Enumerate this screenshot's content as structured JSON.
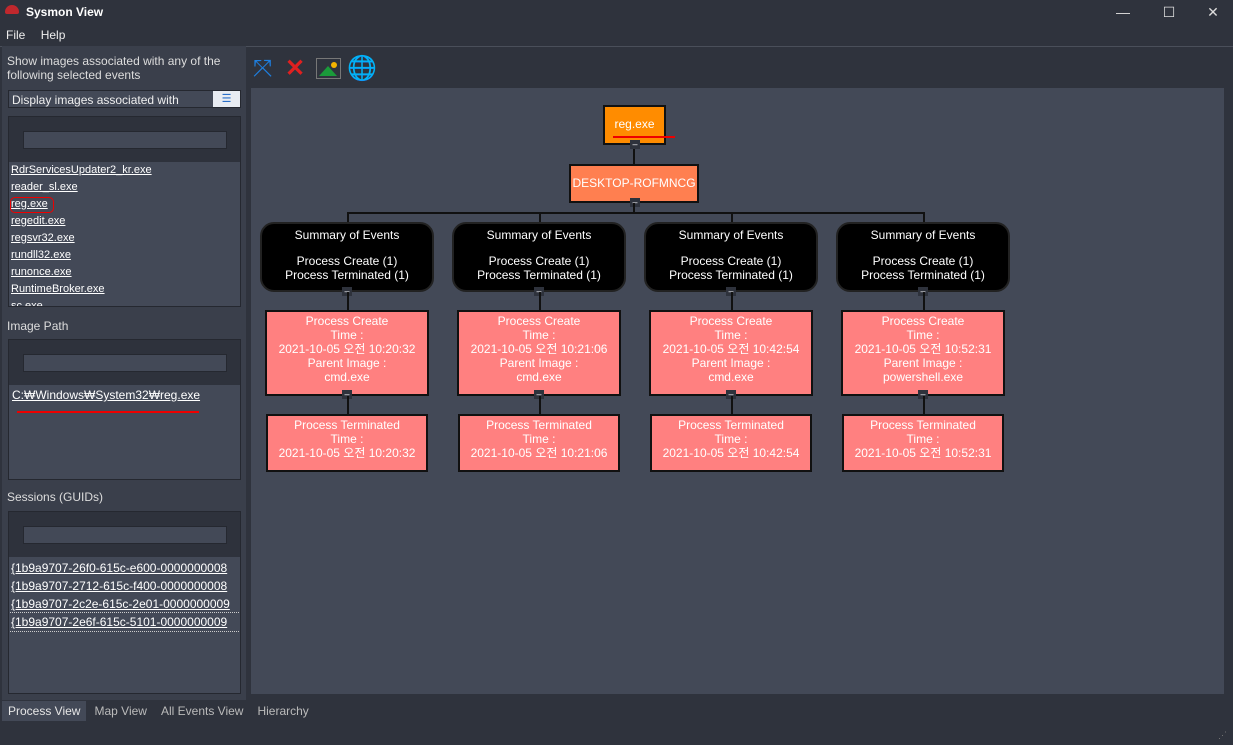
{
  "window": {
    "title": "Sysmon View",
    "minimize": "—",
    "maximize": "☐",
    "close": "✕"
  },
  "menu": [
    "File",
    "Help"
  ],
  "left": {
    "heading": "Show images associated with any of the following selected events",
    "dropdown_label": "Display images associated with",
    "images": [
      "RdrServicesUpdater2_kr.exe",
      "reader_sl.exe",
      "reg.exe",
      "regedit.exe",
      "regsvr32.exe",
      "rundll32.exe",
      "runonce.exe",
      "RuntimeBroker.exe",
      "sc.exe"
    ],
    "selected_image": "reg.exe",
    "image_path_label": "Image Path",
    "image_paths": [
      "C:₩Windows₩System32₩reg.exe"
    ],
    "sessions_label": "Sessions (GUIDs)",
    "sessions": [
      "{1b9a9707-26f0-615c-e600-0000000008",
      "{1b9a9707-2712-615c-f400-0000000008",
      "{1b9a9707-2c2e-615c-2e01-0000000009",
      "{1b9a9707-2e6f-615c-5101-0000000009"
    ]
  },
  "toolbar": [
    "expand-icon",
    "clear-icon",
    "image-icon",
    "globe-icon"
  ],
  "graph": {
    "root": "reg.exe",
    "host": "DESKTOP-ROFMNCG",
    "colors": {
      "root": "#ff8c00",
      "host": "#ff7f50",
      "event": "#ff8080",
      "summary": "#000000"
    },
    "branches": [
      {
        "summary": [
          "Summary of Events",
          "Process Create (1)",
          "Process Terminated (1)"
        ],
        "create": [
          "Process Create",
          "Time :",
          "2021-10-05 오전 10:20:32",
          "Parent Image :",
          "cmd.exe"
        ],
        "terminated": [
          "Process Terminated",
          "Time :",
          "2021-10-05 오전 10:20:32"
        ]
      },
      {
        "summary": [
          "Summary of Events",
          "Process Create (1)",
          "Process Terminated (1)"
        ],
        "create": [
          "Process Create",
          "Time :",
          "2021-10-05 오전 10:21:06",
          "Parent Image :",
          "cmd.exe"
        ],
        "terminated": [
          "Process Terminated",
          "Time :",
          "2021-10-05 오전 10:21:06"
        ]
      },
      {
        "summary": [
          "Summary of Events",
          "Process Create (1)",
          "Process Terminated (1)"
        ],
        "create": [
          "Process Create",
          "Time :",
          "2021-10-05 오전 10:42:54",
          "Parent Image :",
          "cmd.exe"
        ],
        "terminated": [
          "Process Terminated",
          "Time :",
          "2021-10-05 오전 10:42:54"
        ]
      },
      {
        "summary": [
          "Summary of Events",
          "Process Create (1)",
          "Process Terminated (1)"
        ],
        "create": [
          "Process Create",
          "Time :",
          "2021-10-05 오전 10:52:31",
          "Parent Image :",
          "powershell.exe"
        ],
        "terminated": [
          "Process Terminated",
          "Time :",
          "2021-10-05 오전 10:52:31"
        ]
      }
    ]
  },
  "tabs": [
    "Process View",
    "Map View",
    "All Events View",
    "Hierarchy"
  ],
  "active_tab": "Process View"
}
